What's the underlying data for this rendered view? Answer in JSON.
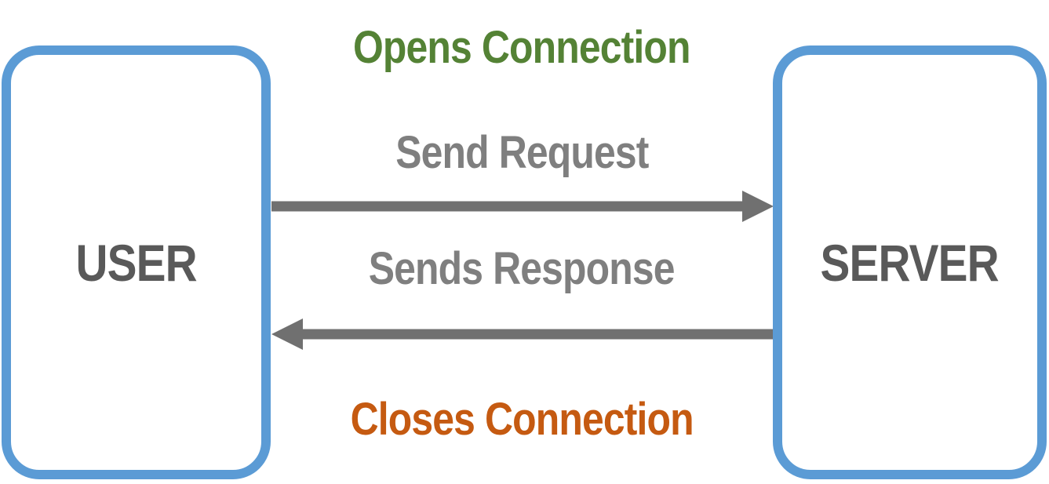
{
  "nodes": {
    "user": "USER",
    "server": "SERVER"
  },
  "flow": {
    "opens": "Opens Connection",
    "request": "Send Request",
    "response": "Sends Response",
    "closes": "Closes Connection"
  },
  "colors": {
    "box_border": "#5b9bd5",
    "node_text": "#595959",
    "opens": "#548235",
    "message": "#7f7f7f",
    "closes": "#c55a11",
    "arrow": "#707070"
  }
}
